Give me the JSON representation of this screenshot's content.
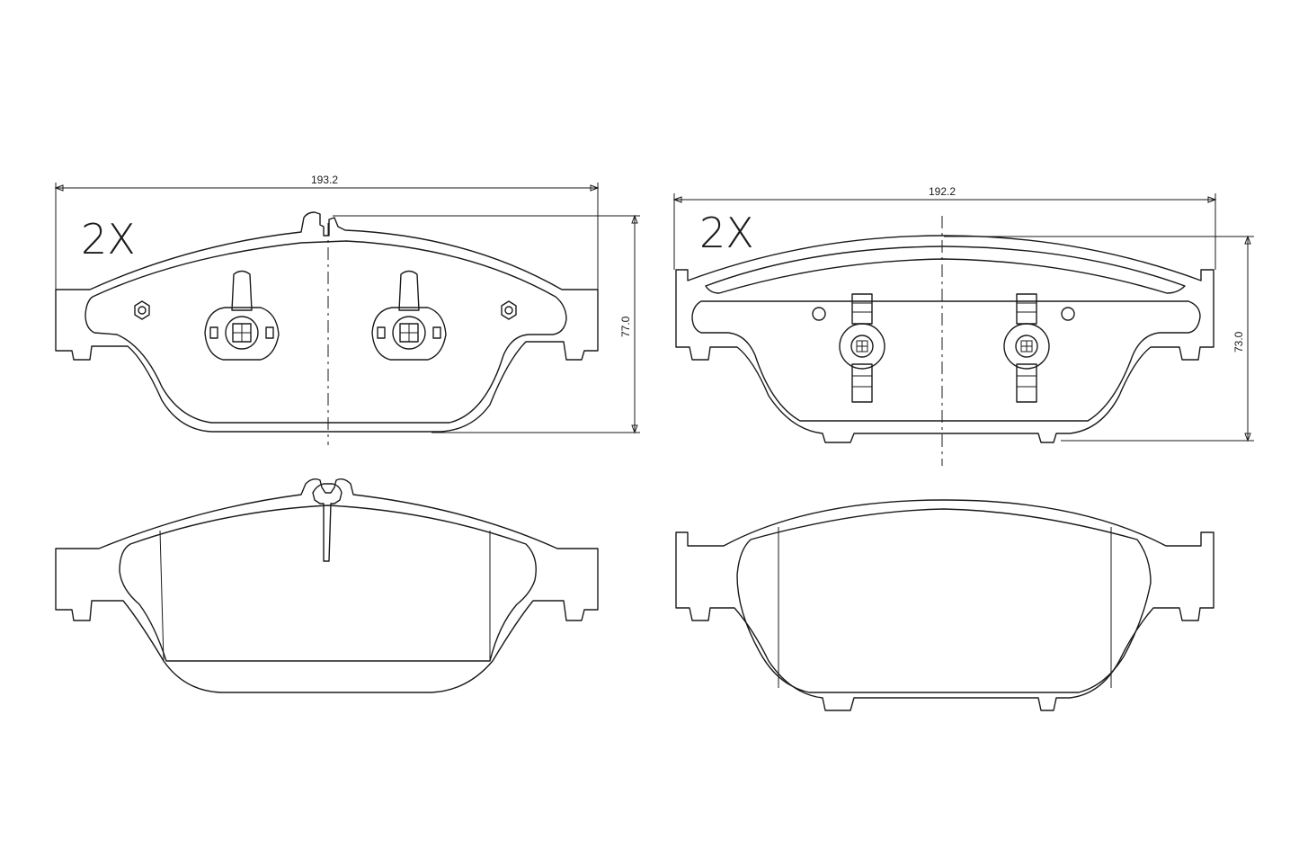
{
  "pads": {
    "top_left": {
      "quantity": "2X",
      "width_dim": "193.2",
      "height_dim": "77.0"
    },
    "top_right": {
      "quantity": "2X",
      "width_dim": "192.2",
      "height_dim": "73.0"
    }
  },
  "colors": {
    "line": "#1a1a1a",
    "background": "#ffffff"
  }
}
